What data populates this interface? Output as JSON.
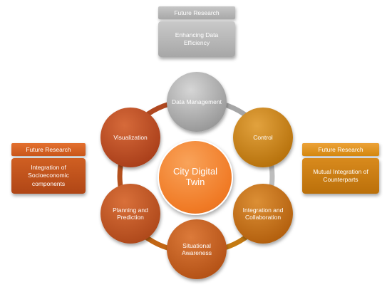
{
  "center": {
    "label": "City Digital Twin"
  },
  "nodes": [
    {
      "id": "data-management",
      "label": "Data Management"
    },
    {
      "id": "control",
      "label": "Control"
    },
    {
      "id": "integration",
      "label": "Integration and Collaboration"
    },
    {
      "id": "situational",
      "label": "Situational Awareness"
    },
    {
      "id": "planning",
      "label": "Planning and Prediction"
    },
    {
      "id": "visualization",
      "label": "Visualization"
    }
  ],
  "future_research": {
    "top": {
      "heading": "Future Research",
      "text": "Enhancing Data Efficiency"
    },
    "left": {
      "heading": "Future Research",
      "text": "Integration of Socioeconomic components"
    },
    "right": {
      "heading": "Future Research",
      "text": "Mutual Integration of Counterparts"
    }
  },
  "colors": {
    "ring_segments": [
      "#a6a6a6",
      "#bdbdbd",
      "#c47a12",
      "#c26614",
      "#b4501d",
      "#b04820"
    ]
  }
}
